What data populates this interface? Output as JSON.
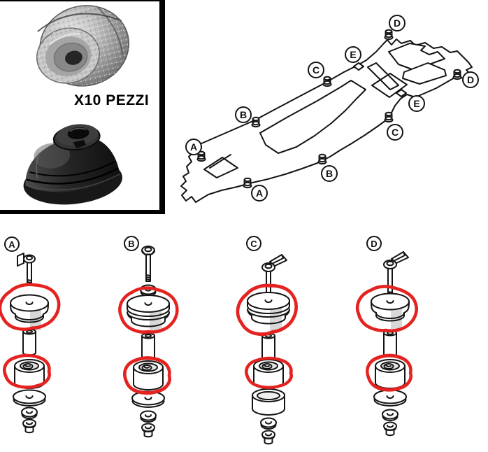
{
  "product_box": {
    "quantity_label": "X10 PEZZI",
    "photo_items": [
      "metal-and-rubber-body-mount-bushing",
      "black-rubber-body-mount-bushing"
    ]
  },
  "chassis": {
    "description": "vehicle frame top view with body-mount positions",
    "labels": [
      "A",
      "A",
      "B",
      "B",
      "C",
      "C",
      "D",
      "D",
      "E",
      "E"
    ]
  },
  "assemblies": [
    {
      "label": "A",
      "bolt": "hook-bracket-bolt",
      "parts": [
        "upper-bushing",
        "spacer-sleeve",
        "lower-bushing",
        "flat-washer",
        "small-washer",
        "nut"
      ],
      "highlighted": [
        "upper-bushing",
        "lower-bushing"
      ]
    },
    {
      "label": "B",
      "bolt": "hex-bolt",
      "parts": [
        "flat-washer",
        "upper-bushing",
        "spacer-sleeve",
        "lower-bushing",
        "flat-washer",
        "small-washer",
        "nut"
      ],
      "highlighted": [
        "upper-bushing",
        "lower-bushing"
      ]
    },
    {
      "label": "C",
      "bolt": "tab-bolt",
      "parts": [
        "upper-bushing",
        "spacer-sleeve",
        "lower-bushing",
        "cup-washer",
        "small-washer",
        "nut"
      ],
      "highlighted": [
        "upper-bushing",
        "lower-bushing"
      ]
    },
    {
      "label": "D",
      "bolt": "tab-bolt",
      "parts": [
        "upper-bushing",
        "spacer-sleeve",
        "lower-bushing",
        "flat-washer",
        "small-washer",
        "nut"
      ],
      "highlighted": [
        "upper-bushing",
        "lower-bushing"
      ]
    }
  ],
  "colors": {
    "highlight_red": "#e42320",
    "line_black": "#141414",
    "shade_gray": "#d8d8d8"
  }
}
